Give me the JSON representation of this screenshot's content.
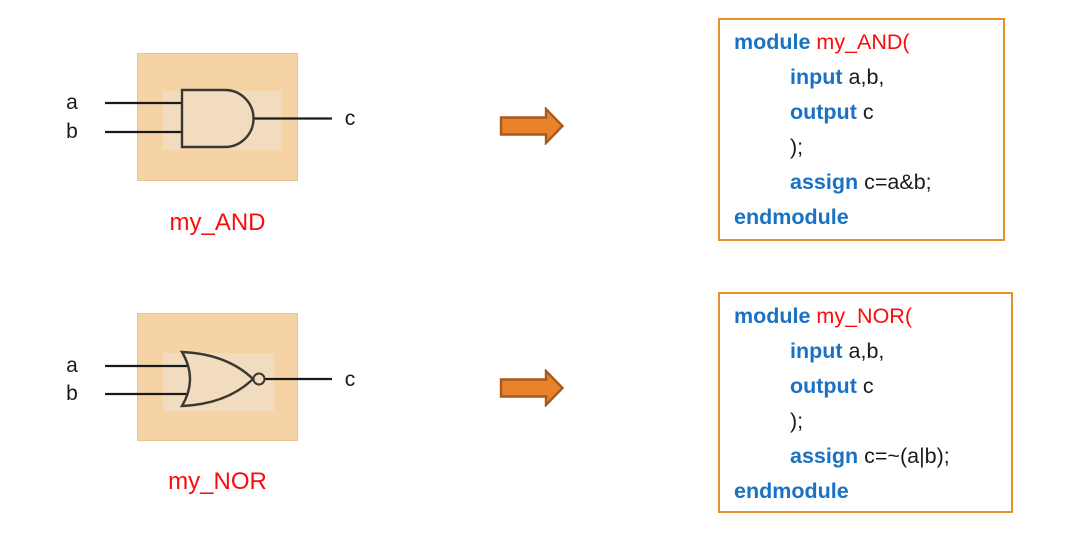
{
  "colors": {
    "square_fill": "#F5D3A4",
    "square_border": "#EDC28E",
    "inner_rect_fill": "#F2DCC0",
    "gate_outline": "#3B372F",
    "wire": "#1A1A1A",
    "caption_red": "#FB0B0B",
    "keyword_blue": "#1B72C2",
    "module_name_red": "#FB0B0B",
    "code_box_border": "#E8902F",
    "arrow_fill": "#E8832C",
    "arrow_outline": "#A9591B"
  },
  "diagrams": {
    "and": {
      "gate_type": "AND",
      "caption": "my_AND",
      "input_a": "a",
      "input_b": "b",
      "output": "c"
    },
    "nor": {
      "gate_type": "NOR",
      "caption": "my_NOR",
      "input_a": "a",
      "input_b": "b",
      "output": "c"
    }
  },
  "code": {
    "and": {
      "lines": [
        {
          "ind": false,
          "segs": [
            {
              "t": "module ",
              "c": "kw"
            },
            {
              "t": "my_AND(",
              "c": "name"
            }
          ]
        },
        {
          "ind": true,
          "segs": [
            {
              "t": "input ",
              "c": "kw"
            },
            {
              "t": "a,b,",
              "c": "plain"
            }
          ]
        },
        {
          "ind": true,
          "segs": [
            {
              "t": "output ",
              "c": "kw"
            },
            {
              "t": "c",
              "c": "plain"
            }
          ]
        },
        {
          "ind": true,
          "segs": [
            {
              "t": ");",
              "c": "plain"
            }
          ]
        },
        {
          "ind": true,
          "segs": [
            {
              "t": "assign ",
              "c": "kw"
            },
            {
              "t": "c=a&b;",
              "c": "plain"
            }
          ]
        },
        {
          "ind": false,
          "segs": [
            {
              "t": "endmodule",
              "c": "kw"
            }
          ]
        }
      ]
    },
    "nor": {
      "lines": [
        {
          "ind": false,
          "segs": [
            {
              "t": "module ",
              "c": "kw"
            },
            {
              "t": "my_NOR(",
              "c": "name"
            }
          ]
        },
        {
          "ind": true,
          "segs": [
            {
              "t": "input ",
              "c": "kw"
            },
            {
              "t": "a,b,",
              "c": "plain"
            }
          ]
        },
        {
          "ind": true,
          "segs": [
            {
              "t": "output ",
              "c": "kw"
            },
            {
              "t": "c",
              "c": "plain"
            }
          ]
        },
        {
          "ind": true,
          "segs": [
            {
              "t": ");",
              "c": "plain"
            }
          ]
        },
        {
          "ind": true,
          "segs": [
            {
              "t": "assign ",
              "c": "kw"
            },
            {
              "t": "c=~(a|b);",
              "c": "plain"
            }
          ]
        },
        {
          "ind": false,
          "segs": [
            {
              "t": "endmodule",
              "c": "kw"
            }
          ]
        }
      ]
    }
  }
}
